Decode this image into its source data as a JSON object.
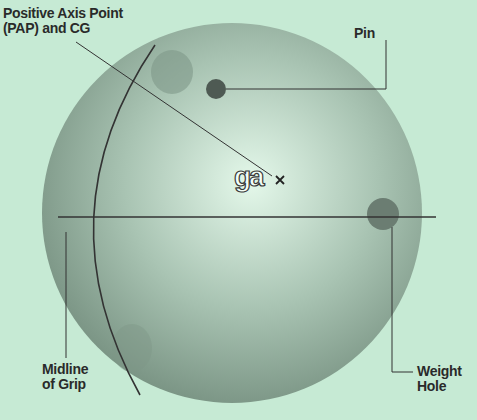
{
  "diagram": {
    "labels": [
      "Positive Axis Point (PAP) and CG",
      "Pin",
      "Midline of Grip",
      "Weight Hole",
      "ga"
    ]
  }
}
